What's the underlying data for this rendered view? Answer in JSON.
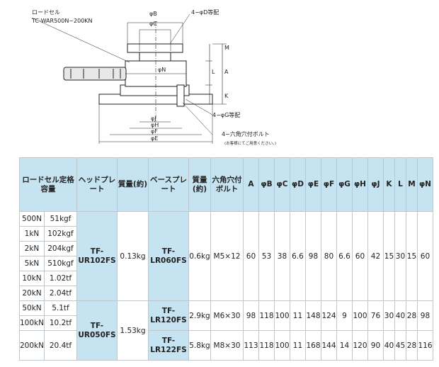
{
  "drawing": {
    "labels": {
      "loadcell": "ロードセル",
      "loadcell_model": "TC-WAR500N~200KN",
      "phiB": "φB",
      "phiC": "φC",
      "phiD": "4−φD等配",
      "phiN": "φN",
      "M": "M",
      "A": "A",
      "L": "L",
      "K": "K",
      "phiG": "4−φG等配",
      "phiJ": "φJ",
      "phiH": "φH",
      "phiF": "φF",
      "phiE": "φE",
      "bolt": "4−六角穴付ボルト",
      "note": "(お客様にてご用意ください。)"
    }
  },
  "table": {
    "headers": {
      "loadcell": "ロードセル定格容量",
      "head_plate": "ヘッドプレート",
      "mass1": "質量(約)",
      "base_plate": "ベースプレート",
      "mass2": "質量(約)",
      "bolt": "六角穴付ボルト",
      "dims": [
        "A",
        "φB",
        "φC",
        "φD",
        "φE",
        "φF",
        "φG",
        "φH",
        "φJ",
        "K",
        "L",
        "M",
        "φN"
      ]
    },
    "group1": {
      "capacities": [
        [
          "500N",
          "51kgf"
        ],
        [
          "1kN",
          "102kgf"
        ],
        [
          "2kN",
          "204kgf"
        ],
        [
          "5kN",
          "510kgf"
        ],
        [
          "10kN",
          "1.02tf"
        ],
        [
          "20kN",
          "2.04tf"
        ]
      ],
      "head_plate": "TF-UR102FS",
      "mass1": "0.13kg",
      "base_plate": "TF-LR060FS",
      "mass2": "0.6kg",
      "bolt": "M5×12",
      "dims": [
        "60",
        "53",
        "38",
        "6.6",
        "98",
        "80",
        "6.6",
        "60",
        "42",
        "15",
        "30",
        "15",
        "60"
      ]
    },
    "group2": {
      "head_plate": "TF-UR050FS",
      "mass1": "1.53kg",
      "rows": [
        {
          "capacities": [
            [
              "50kN",
              "5.1tf"
            ],
            [
              "100kN",
              "10.2tf"
            ]
          ],
          "base_plate": "TF-LR120FS",
          "mass2": "2.9kg",
          "bolt": "M6×30",
          "dims": [
            "98",
            "118",
            "100",
            "11",
            "148",
            "124",
            "9",
            "100",
            "76",
            "30",
            "40",
            "28",
            "98"
          ]
        },
        {
          "capacities": [
            [
              "200kN",
              "20.4tf"
            ]
          ],
          "base_plate": "TF-LR122FS",
          "mass2": "5.8kg",
          "bolt": "M8×30",
          "dims": [
            "113",
            "118",
            "100",
            "11",
            "168",
            "144",
            "14",
            "120",
            "90",
            "40",
            "45",
            "28",
            "116"
          ]
        }
      ]
    }
  }
}
